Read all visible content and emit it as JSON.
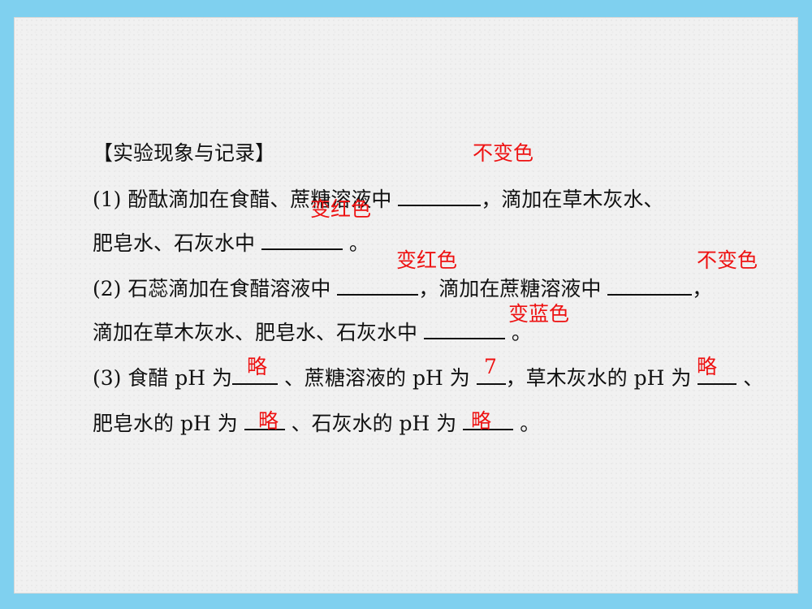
{
  "title": "【实验现象与记录】",
  "lines": {
    "l1a": "(1) 酚酞滴加在食醋、蔗糖溶液中",
    "l1b": "，滴加在草木灰水、",
    "l2a": "肥皂水、石灰水中",
    "l2b": "。",
    "l3a": "(2) 石蕊滴加在食醋溶液中",
    "l3b": "，滴加在蔗糖溶液中",
    "l3c": "，",
    "l4a": "滴加在草木灰水、肥皂水、石灰水中",
    "l4b": "。",
    "l5a": "(3) 食醋 pH 为",
    "l5b": "、蔗糖溶液的 pH 为",
    "l5c": "，草木灰水的 pH 为",
    "l5d": "、",
    "l6a": "肥皂水的 pH 为",
    "l6b": "、石灰水的 pH 为",
    "l6c": "。"
  },
  "answers": {
    "a1": "不变色",
    "a2": "变红色",
    "a3": "变红色",
    "a4": "不变色",
    "a5": "变蓝色",
    "a6": "略",
    "a7": "7",
    "a8": "略",
    "a9": "略",
    "a10": "略"
  },
  "colors": {
    "answer": "#ee1111",
    "frame": "#7fd0ef",
    "slide": "#f1f1f1"
  }
}
